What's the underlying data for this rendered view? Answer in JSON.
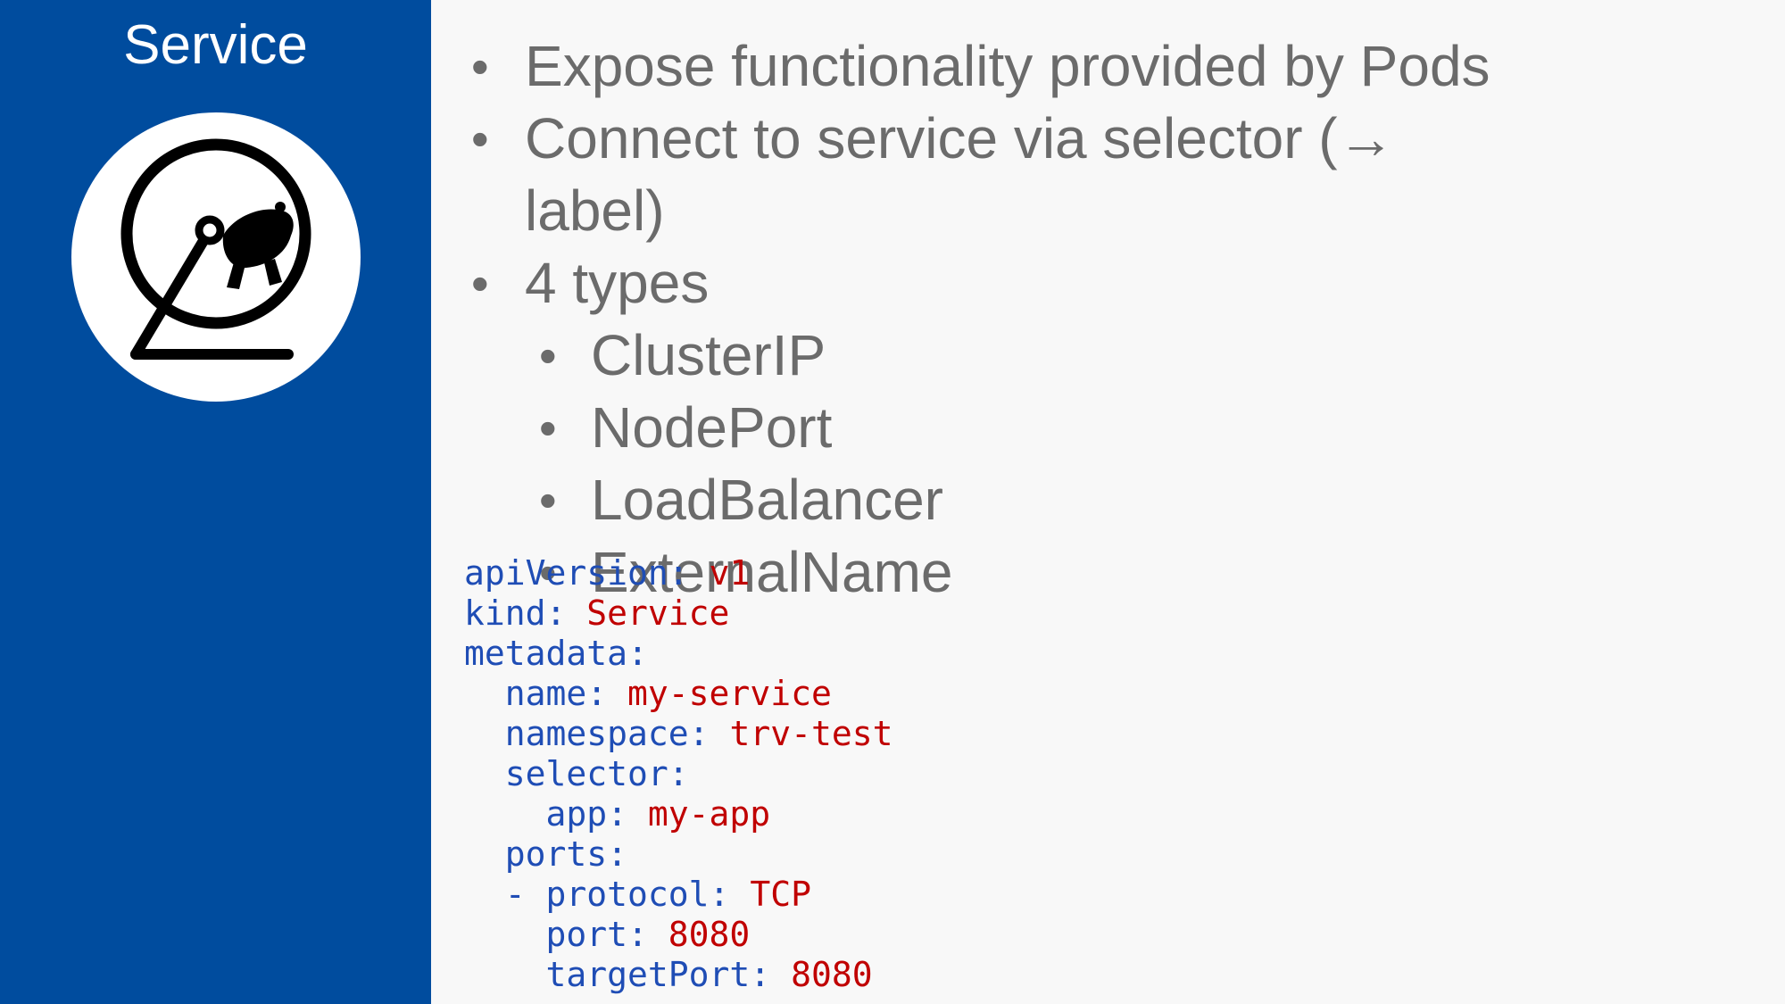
{
  "sidebar": {
    "title": "Service",
    "logo_icon": "hamster-wheel-icon",
    "background": "#004c9e"
  },
  "bullets": [
    {
      "level": 1,
      "text": "Expose functionality provided by Pods"
    },
    {
      "level": 1,
      "text": "Connect to service via selector (→ label)"
    },
    {
      "level": 1,
      "text": "4 types"
    },
    {
      "level": 2,
      "text": "ClusterIP"
    },
    {
      "level": 2,
      "text": "NodePort"
    },
    {
      "level": 2,
      "text": "LoadBalancer"
    },
    {
      "level": 2,
      "text": "ExternalName"
    }
  ],
  "bullet_char": "•",
  "code": {
    "lines": [
      {
        "indent": "",
        "key": "apiVersion: ",
        "value": "v1"
      },
      {
        "indent": "",
        "key": "kind: ",
        "value": "Service"
      },
      {
        "indent": "",
        "key": "metadata:",
        "value": ""
      },
      {
        "indent": "  ",
        "key": "name: ",
        "value": "my-service"
      },
      {
        "indent": "  ",
        "key": "namespace: ",
        "value": "trv-test"
      },
      {
        "indent": "  ",
        "key": "selector:",
        "value": ""
      },
      {
        "indent": "    ",
        "key": "app: ",
        "value": "my-app"
      },
      {
        "indent": "  ",
        "key": "ports:",
        "value": ""
      },
      {
        "indent": "  ",
        "key": "- protocol: ",
        "value": "TCP"
      },
      {
        "indent": "    ",
        "key": "port: ",
        "value": "8080"
      },
      {
        "indent": "    ",
        "key": "targetPort: ",
        "value": "8080"
      }
    ],
    "key_color": "#1f4db5",
    "value_color": "#c00000"
  },
  "colors": {
    "text_gray": "#6b6b6b",
    "background": "#f8f8f8"
  }
}
